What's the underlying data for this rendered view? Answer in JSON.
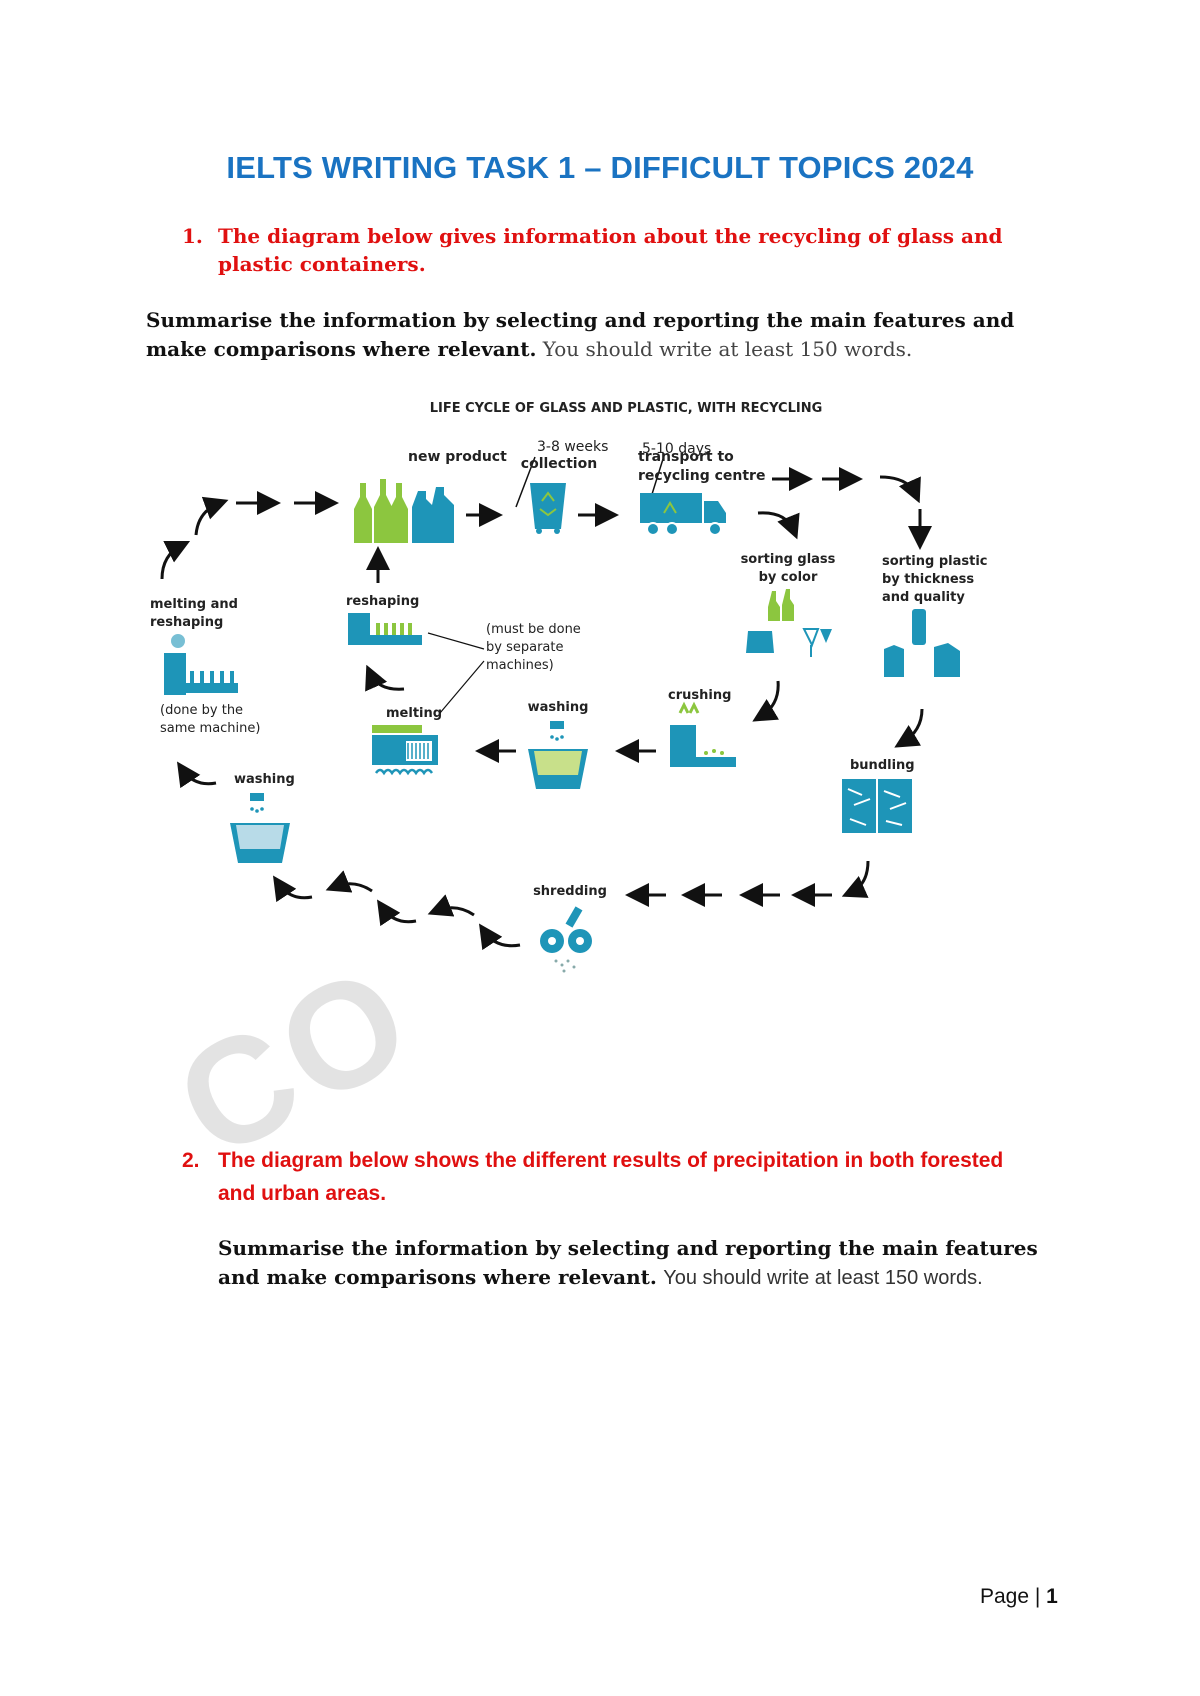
{
  "doc": {
    "title": "IELTS WRITING TASK 1 – DIFFICULT TOPICS 2024",
    "watermark": "CO"
  },
  "q1": {
    "number": "1.",
    "text": "The diagram below gives information about the recycling of glass and plastic containers.",
    "instruction_bold": "Summarise the information by selecting and reporting the main features and make comparisons where relevant.",
    "instruction_normal": "You should write at least 150 words."
  },
  "diagram": {
    "title": "LIFE CYCLE OF GLASS AND PLASTIC, WITH RECYCLING",
    "duration_1": "3-8 weeks",
    "duration_2": "5-10 days",
    "new_product": "new product",
    "collection": "collection",
    "transport_1": "transport to",
    "transport_2": "recycling centre",
    "sort_glass_1": "sorting glass",
    "sort_glass_2": "by color",
    "sort_plastic_1": "sorting plastic",
    "sort_plastic_2": "by thickness",
    "sort_plastic_3": "and quality",
    "melt_reshape_1": "melting and",
    "melt_reshape_2": "reshaping",
    "same_machine_1": "(done by the",
    "same_machine_2": "same machine)",
    "reshaping": "reshaping",
    "separate_1": "(must be done",
    "separate_2": "by separate",
    "separate_3": "machines)",
    "melting": "melting",
    "washing_glass": "washing",
    "crushing": "crushing",
    "bundling": "bundling",
    "washing_plastic": "washing",
    "shredding": "shredding"
  },
  "q2": {
    "number": "2.",
    "text": "The diagram below shows the different results of precipitation in both forested and urban areas.",
    "instruction_bold": "Summarise the information by selecting and reporting the main features and make comparisons where relevant.",
    "instruction_normal": "You should write at least 150 words."
  },
  "footer": {
    "label": "Page | ",
    "page": "1"
  },
  "colors": {
    "title_blue": "#1a73c2",
    "question_red": "#e01010",
    "icon_teal": "#1e95b8",
    "icon_green": "#8cc63f"
  }
}
